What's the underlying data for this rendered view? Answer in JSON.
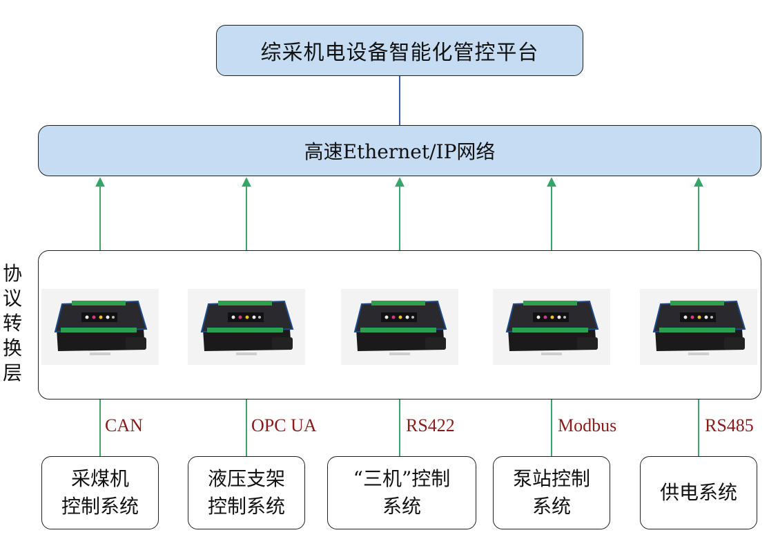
{
  "platform": {
    "label": "综采机电设备智能化管控平台"
  },
  "network": {
    "label": "高速Ethernet/IP网络"
  },
  "conversion_layer": {
    "label_chars": [
      "协",
      "议",
      "转",
      "换",
      "层"
    ]
  },
  "protocols": [
    "CAN",
    "OPC UA",
    "RS422",
    "Modbus",
    "RS485"
  ],
  "systems": [
    "采煤机\n控制系统",
    "液压支架\n控制系统",
    "“三机”控制\n系统",
    "泵站控制\n系统",
    "供电系统"
  ],
  "colors": {
    "platform_fill": "#c5dcf2",
    "network_fill": "#c5dcf2",
    "up_arrow": "#3aa36a",
    "platform_link": "#3b5ca8",
    "protocol_text": "#8b1a1a"
  }
}
